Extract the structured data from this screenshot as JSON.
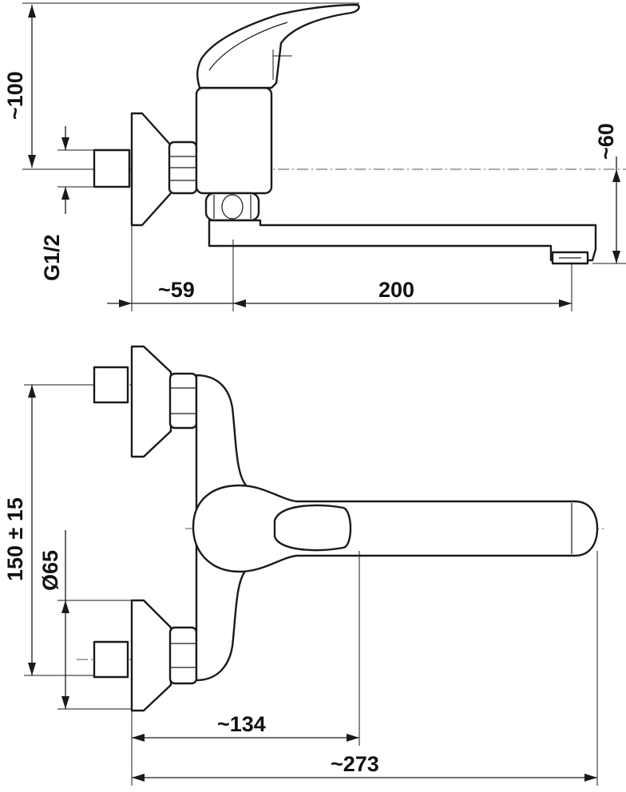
{
  "dimensions": {
    "side_view": {
      "height_handle": "~100",
      "height_spout": "~60",
      "thread": "G1/2",
      "offset_body": "~59",
      "spout_reach": "200"
    },
    "top_view": {
      "inlet_spacing": "150 ± 15",
      "flange_diameter": "Ø65",
      "body_distance": "~134",
      "total_length": "~273"
    }
  }
}
